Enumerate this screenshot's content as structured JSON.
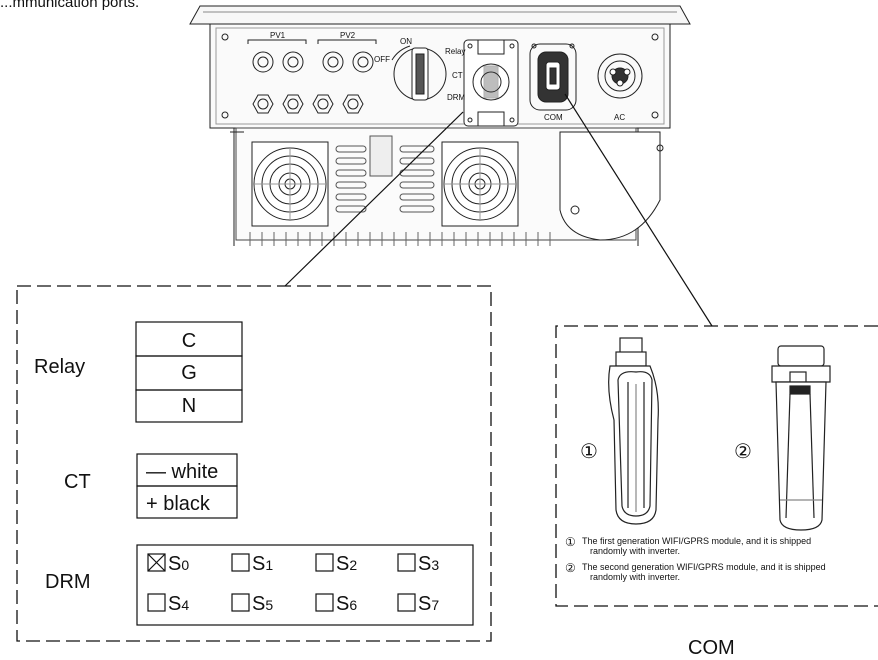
{
  "intro_text": "...mmunication ports.",
  "inverter": {
    "port_labels": {
      "pv1": "PV1",
      "pv2": "PV2",
      "switch_on": "ON",
      "switch_off": "OFF",
      "relay": "Relay",
      "ct": "CT",
      "drm": "DRM",
      "com": "COM",
      "ac": "AC"
    }
  },
  "left_panel": {
    "relay": {
      "label": "Relay",
      "pins": [
        "C",
        "G",
        "N"
      ]
    },
    "ct": {
      "label": "CT",
      "pins": [
        "— white",
        "+ black"
      ]
    },
    "drm": {
      "label": "DRM",
      "row1": [
        {
          "name": "S",
          "sub": "0",
          "checked": true
        },
        {
          "name": "S",
          "sub": "1",
          "checked": false
        },
        {
          "name": "S",
          "sub": "2",
          "checked": false
        },
        {
          "name": "S",
          "sub": "3",
          "checked": false
        }
      ],
      "row2": [
        {
          "name": "S",
          "sub": "4",
          "checked": false
        },
        {
          "name": "S",
          "sub": "5",
          "checked": false
        },
        {
          "name": "S",
          "sub": "6",
          "checked": false
        },
        {
          "name": "S",
          "sub": "7",
          "checked": false
        }
      ]
    }
  },
  "right_panel": {
    "module1_marker": "①",
    "module2_marker": "②",
    "notes": [
      {
        "marker": "①",
        "line1": "The first generation WIFI/GPRS module, and it is shipped",
        "line2": "randomly with inverter."
      },
      {
        "marker": "②",
        "line1": "The second generation WIFI/GPRS module, and it is shipped",
        "line2": "randomly with inverter."
      }
    ],
    "caption": "COM"
  }
}
